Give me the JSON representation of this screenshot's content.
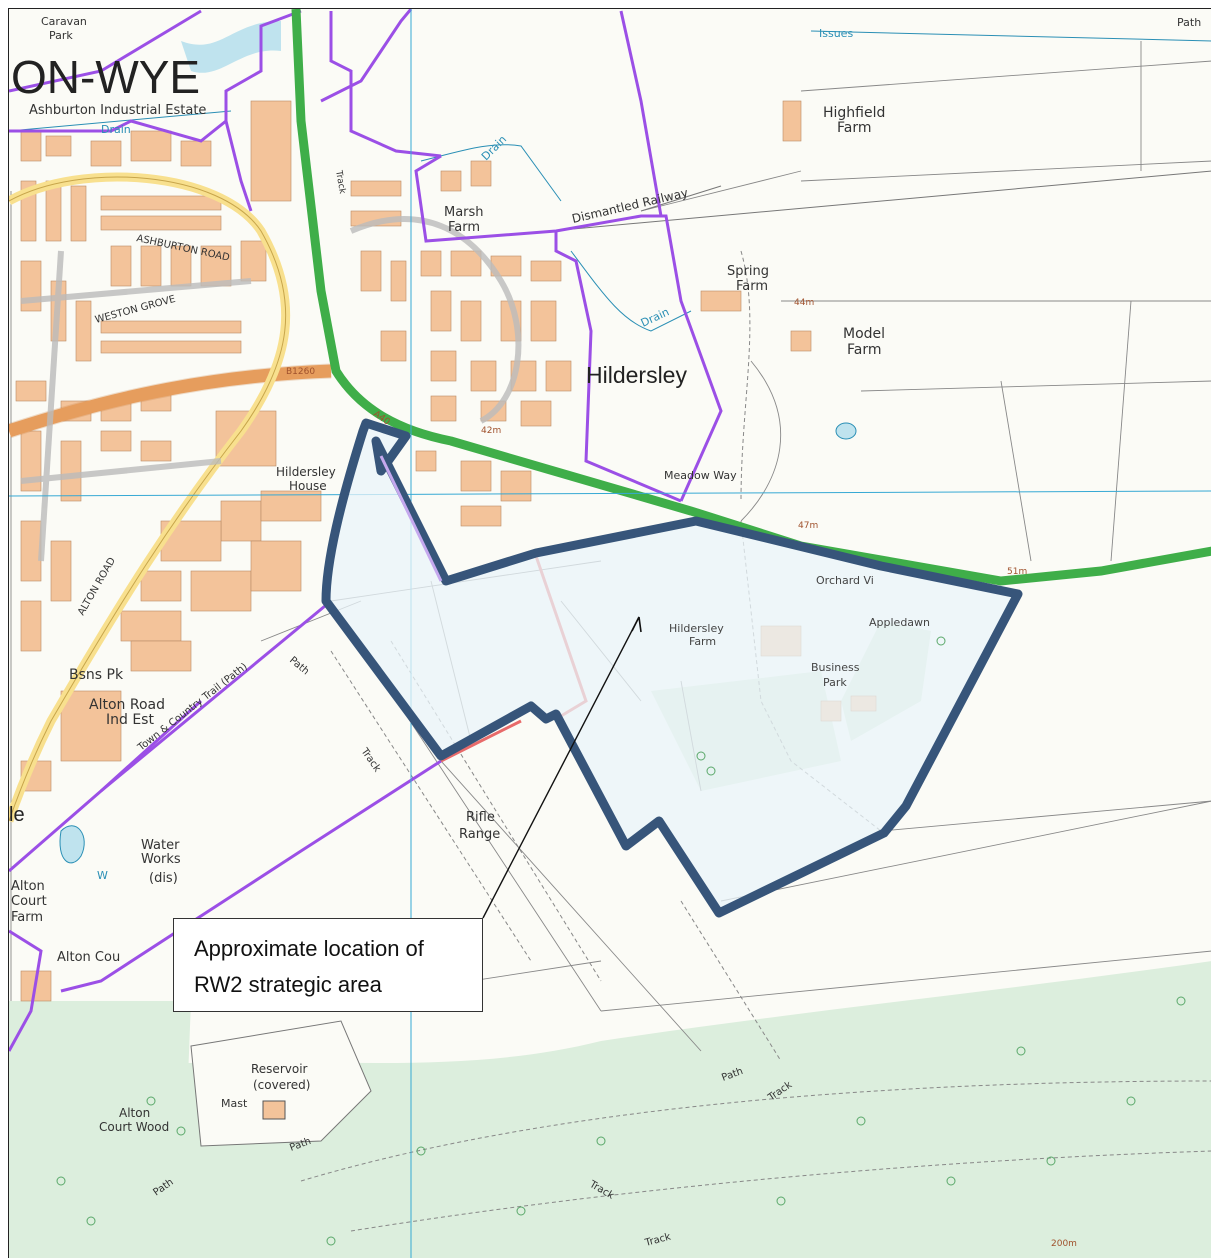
{
  "map": {
    "town_name": "ON-WYE",
    "callout": {
      "line1": "Approximate location of",
      "line2": "RW2 strategic area"
    },
    "labels": {
      "caravan_park_1": "Caravan",
      "caravan_park_2": "Park",
      "ashburton": "Ashburton Industrial Estate",
      "drain_1": "Drain",
      "drain_2": "Drain",
      "drain_3": "Drain",
      "marsh_farm_1": "Marsh",
      "marsh_farm_2": "Farm",
      "dismantled_railway": "Dismantled Railway",
      "highfield_1": "Highfield",
      "highfield_2": "Farm",
      "spring_farm_1": "Spring",
      "spring_farm_2": "Farm",
      "model_farm_1": "Model",
      "model_farm_2": "Farm",
      "hildersley": "Hildersley",
      "meadow_way": "Meadow Way",
      "hildersley_house_1": "Hildersley",
      "hildersley_house_2": "House",
      "hildersley_farm_1": "Hildersley",
      "hildersley_farm_2": "Farm",
      "appledawn": "Appledawn",
      "business_park_1": "Business",
      "business_park_2": "Park",
      "orchard": "Orchard Vi",
      "b1260": "B1260",
      "a40": "A40",
      "bsns_pk": "Bsns Pk",
      "alton_road_1": "Alton Road",
      "alton_road_2": "Ind Est",
      "alton_road_street": "ALTON ROAD",
      "weston_grove": "WESTON GROVE",
      "ashburton_road": "ASHBURTON ROAD",
      "water_works_1": "Water",
      "water_works_2": "Works",
      "water_works_3": "(dis)",
      "alton_court_1": "Alton",
      "alton_court_2": "Court",
      "alton_court_3": "Farm",
      "alton_cou": "Alton Cou",
      "trail": "Town & Country Trail (Path)",
      "path_1": "Path",
      "path_2": "Path",
      "path_3": "Path",
      "path_4": "Path",
      "path_top": "Path",
      "track_1": "Track",
      "track_2": "Track",
      "track_3": "Track",
      "track_4": "Track",
      "track_5": "Track",
      "rifle_range_1": "Rifle",
      "rifle_range_2": "Range",
      "reservoir_1": "Reservoir",
      "reservoir_2": "(covered)",
      "mast": "Mast",
      "alton_wood_1": "Alton",
      "alton_wood_2": "Court Wood",
      "issues": "Issues",
      "le": "le",
      "w": "W",
      "h44": "44m",
      "h47": "47m",
      "h51": "51m",
      "h42": "42m",
      "h200": "200m"
    },
    "colors": {
      "site_outline": "#37557a",
      "site_fill": "#eaf4fa",
      "green_road": "#3fae49",
      "purple_boundary": "#9b4fe6",
      "orange_road": "#f0a868",
      "buildings": "#f3c39a",
      "woodland": "#dceedd",
      "grid_line": "#36a9d4"
    }
  }
}
